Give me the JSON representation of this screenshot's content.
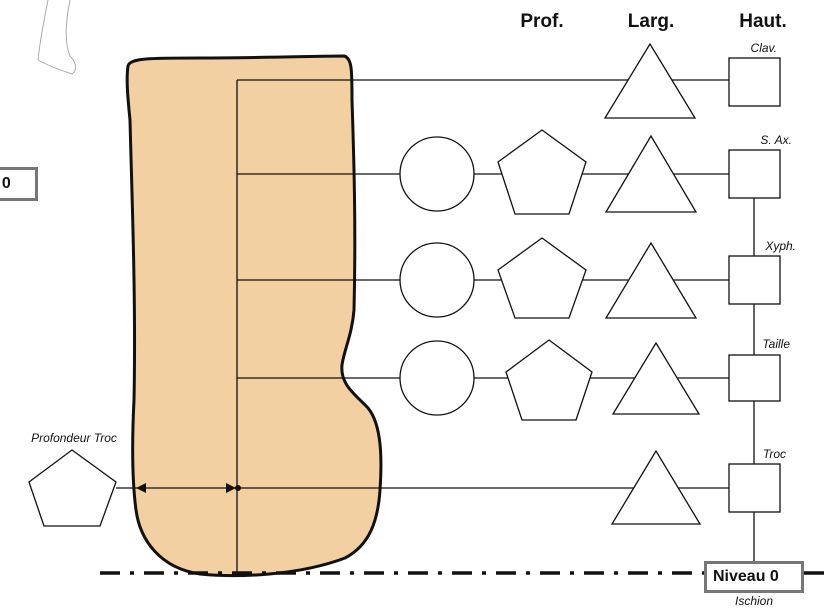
{
  "headers": {
    "depth": "Prof.",
    "width": "Larg.",
    "height": "Haut."
  },
  "levels": [
    {
      "label": "Clav.",
      "shapes": [
        "triangle"
      ]
    },
    {
      "label": "S. Ax.",
      "shapes": [
        "circle",
        "pentagon",
        "triangle"
      ]
    },
    {
      "label": "Xyph.",
      "shapes": [
        "circle",
        "pentagon",
        "triangle"
      ]
    },
    {
      "label": "Taille",
      "shapes": [
        "circle",
        "pentagon",
        "triangle"
      ]
    },
    {
      "label": "Troc",
      "shapes": [
        "triangle"
      ]
    }
  ],
  "side_measure": {
    "label": "Profondeur Troc",
    "shape": "pentagon"
  },
  "reference": {
    "badge_left": ". 0",
    "badge_right": "Niveau 0",
    "caption": "Ischion"
  },
  "colors": {
    "body_fill": "#f2d0a2",
    "outline": "#111111",
    "badge_border": "#777777"
  }
}
